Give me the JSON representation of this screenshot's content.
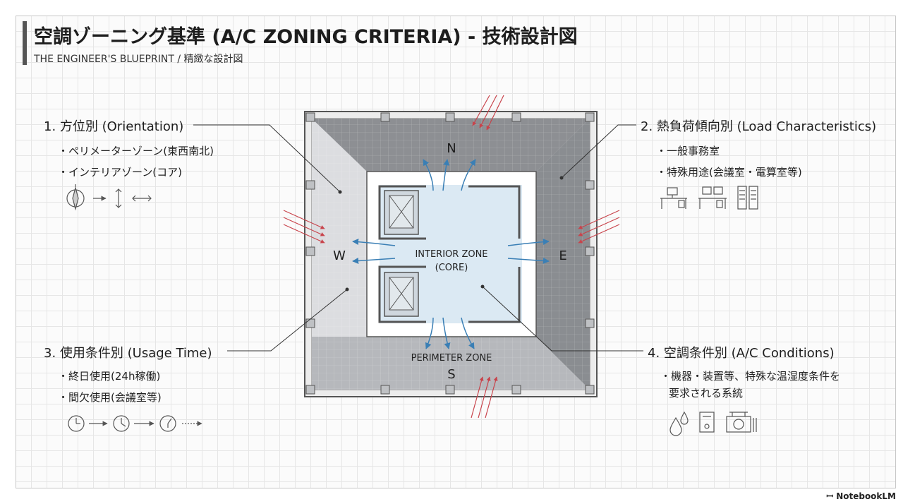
{
  "header": {
    "title": "空調ゾーニング基準 (A/C ZONING CRITERIA) - 技術設計図",
    "subtitle": "THE ENGINEER'S BLUEPRINT / 精緻な設計図"
  },
  "sections": [
    {
      "heading": "1. 方位別 (Orientation)",
      "items": [
        "・ペリメーターゾーン(東西南北)",
        "・インテリアゾーン(コア)"
      ],
      "icons": [
        "compass-icon",
        "arrow-right-icon",
        "arrow-vertical-icon",
        "arrow-horizontal-icon"
      ]
    },
    {
      "heading": "2. 熱負荷傾向別 (Load Characteristics)",
      "items": [
        "・一般事務室",
        "・特殊用途(会議室・電算室等)"
      ],
      "icons": [
        "office-desk-icon",
        "computer-desk-icon",
        "server-rack-icon"
      ]
    },
    {
      "heading": "3. 使用条件別 (Usage Time)",
      "items": [
        "・終日使用(24h稼働)",
        "・間欠使用(会議室等)"
      ],
      "icons": [
        "clock-icon",
        "arrow-right-icon",
        "clock-icon",
        "arrow-right-icon",
        "clock-icon",
        "dotted-arrow-icon"
      ]
    },
    {
      "heading": "4. 空調条件別 (A/C Conditions)",
      "items": [
        "・機器・装置等、特殊な温湿度条件を",
        "要求される系統"
      ],
      "icons": [
        "water-drop-icon",
        "thermostat-icon",
        "ac-unit-icon"
      ]
    }
  ],
  "diagram": {
    "directions": {
      "north": "N",
      "south": "S",
      "east": "E",
      "west": "W"
    },
    "interior_zone": [
      "INTERIOR ZONE",
      "(CORE)"
    ],
    "perimeter_zone": "PERIMETER ZONE"
  },
  "colors": {
    "heat_arrow": "#c8434b",
    "air_arrow": "#3a7fb5",
    "interior_fill": "#dbe9f3"
  },
  "footer": {
    "brand": "NotebookLM"
  }
}
